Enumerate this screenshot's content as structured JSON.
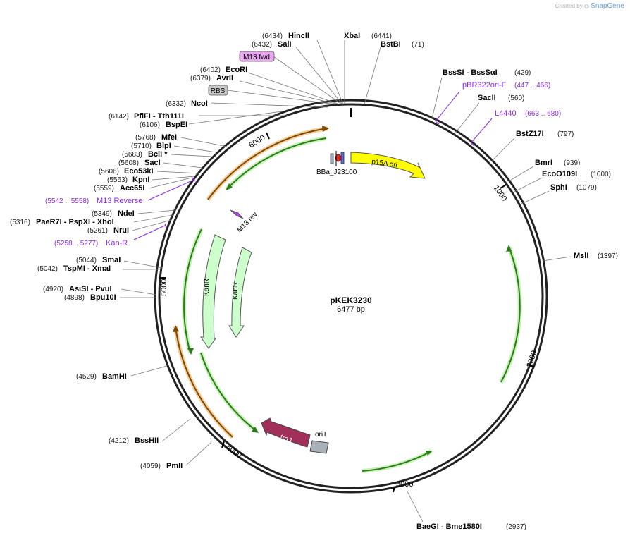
{
  "watermark": {
    "prefix": "Created by",
    "brand": "SnapGene"
  },
  "plasmid": {
    "name": "pKEK3230",
    "length_label": "6477 bp",
    "length": 6477
  },
  "ticks": [
    "1000",
    "2000",
    "3000",
    "4000",
    "5000",
    "6000"
  ],
  "sites": [
    {
      "name": "HincII",
      "pos": "(6434)"
    },
    {
      "name": "SalI",
      "pos": "(6432)"
    },
    {
      "name": "XbaI",
      "pos": "(6441)"
    },
    {
      "name": "BstBI",
      "pos": "(71)"
    },
    {
      "name": "EcoRI",
      "pos": "(6402)"
    },
    {
      "name": "AvrII",
      "pos": "(6379)"
    },
    {
      "name": "NcoI",
      "pos": "(6332)"
    },
    {
      "name": "PflFI - Tth111I",
      "pos": "(6142)"
    },
    {
      "name": "BspEI",
      "pos": "(6106)"
    },
    {
      "name": "MfeI",
      "pos": "(5768)"
    },
    {
      "name": "BlpI",
      "pos": "(5710)"
    },
    {
      "name": "BclI *",
      "pos": "(5683)"
    },
    {
      "name": "SacI",
      "pos": "(5608)"
    },
    {
      "name": "Eco53kI",
      "pos": "(5606)"
    },
    {
      "name": "KpnI",
      "pos": "(5563)"
    },
    {
      "name": "Acc65I",
      "pos": "(5559)"
    },
    {
      "name": "NdeI",
      "pos": "(5349)"
    },
    {
      "name": "PaeR7I - PspXI - XhoI",
      "pos": "(5316)"
    },
    {
      "name": "NruI",
      "pos": "(5261)"
    },
    {
      "name": "SmaI",
      "pos": "(5044)"
    },
    {
      "name": "TspMI - XmaI",
      "pos": "(5042)"
    },
    {
      "name": "AsiSI - PvuI",
      "pos": "(4920)"
    },
    {
      "name": "Bpu10I",
      "pos": "(4898)"
    },
    {
      "name": "BamHI",
      "pos": "(4529)"
    },
    {
      "name": "BssHII",
      "pos": "(4212)"
    },
    {
      "name": "PmlI",
      "pos": "(4059)"
    },
    {
      "name": "BaeGI - Bme1580I",
      "pos": "(2937)"
    },
    {
      "name": "BssSI - BssSαI",
      "pos": "(429)"
    },
    {
      "name": "SacII",
      "pos": "(560)"
    },
    {
      "name": "BstZ17I",
      "pos": "(797)"
    },
    {
      "name": "BmrI",
      "pos": "(939)"
    },
    {
      "name": "EcoO109I",
      "pos": "(1000)"
    },
    {
      "name": "SphI",
      "pos": "(1079)"
    },
    {
      "name": "MslI",
      "pos": "(1397)"
    }
  ],
  "primer_features": [
    {
      "name": "pBR322ori-F",
      "range": "(447 .. 466)"
    },
    {
      "name": "L4440",
      "range": "(663 .. 680)"
    },
    {
      "name": "M13 Reverse",
      "range": "(5542 .. 5558)"
    },
    {
      "name": "Kan-R",
      "range": "(5258 .. 5277)"
    }
  ],
  "boxed_features": [
    {
      "name": "M13 fwd",
      "fill": "#e7a8f0"
    },
    {
      "name": "RBS",
      "fill": "#c8c8c8"
    }
  ],
  "features": [
    {
      "name": "p15A ori",
      "color": "#ffff00"
    },
    {
      "name": "BBa_J23100",
      "color": "#e03030"
    },
    {
      "name": "M13 rev",
      "color": "#b040e0"
    },
    {
      "name": "KanR",
      "color": "#ccffcc"
    },
    {
      "name": "traJ",
      "color": "#a0305a"
    },
    {
      "name": "oriT",
      "color": "#a8b0b8"
    }
  ],
  "colors": {
    "primer": "#8a2be2",
    "orf_green": "#2d7a1e",
    "orf_orange": "#e08a20"
  }
}
